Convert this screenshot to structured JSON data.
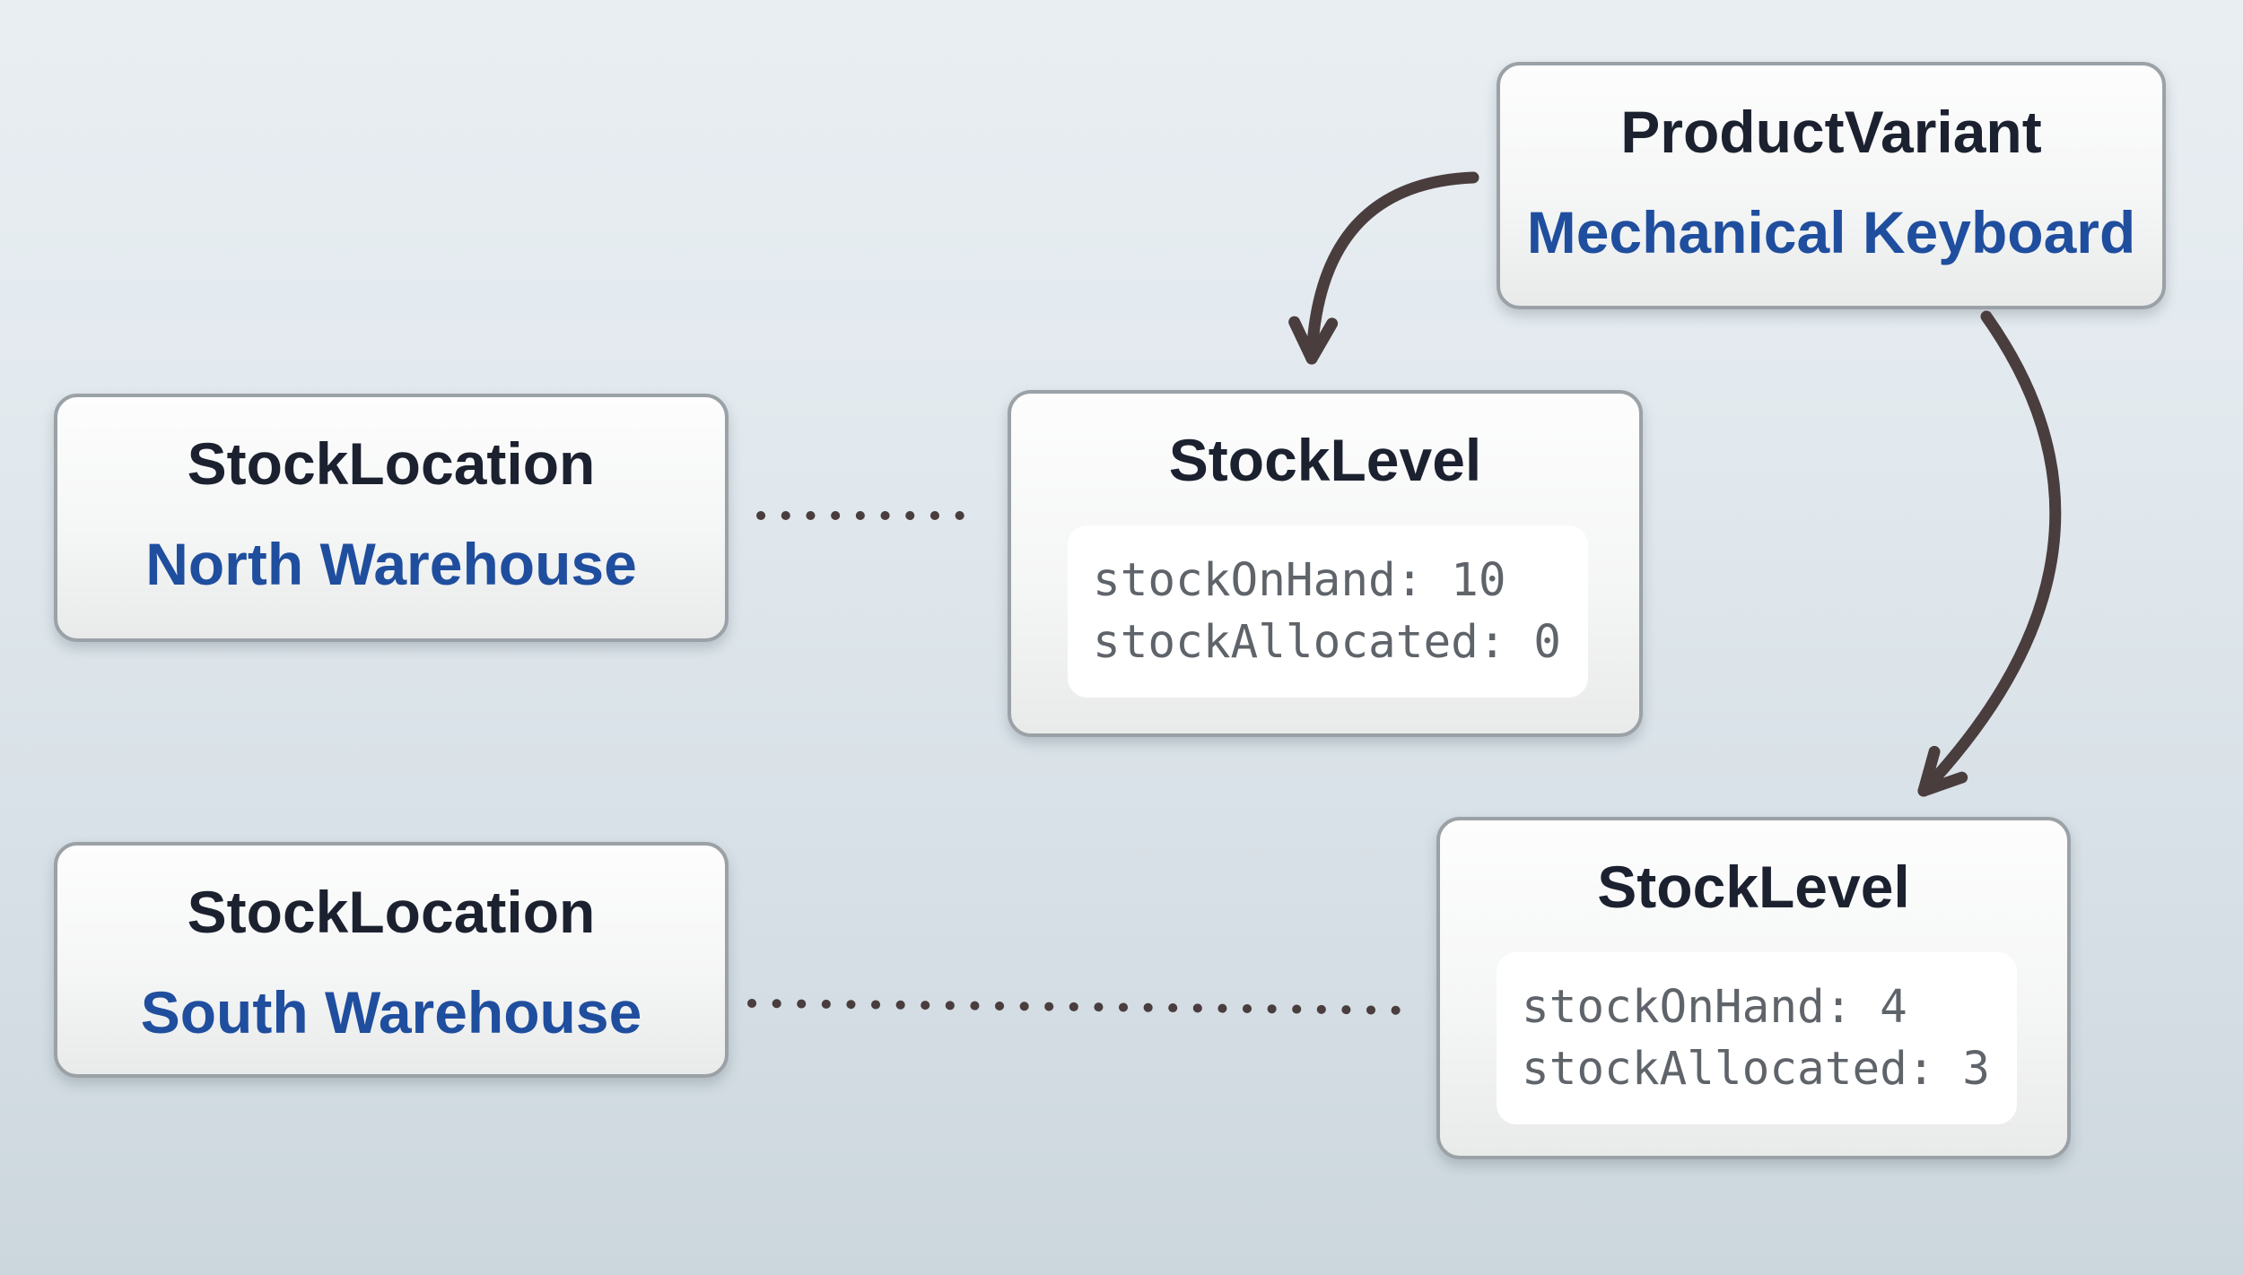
{
  "diagram": {
    "background_top_color": "#e9eef2",
    "background_bottom_color": "#ccd7dd",
    "box_border_color": "#9ba2a7",
    "title_color": "#1c2130",
    "accent_blue": "#1f4e9e",
    "code_text_color": "#5f646a",
    "connector_color": "#4a3d3d"
  },
  "nodes": {
    "product_variant": {
      "title": "ProductVariant",
      "subtitle": "Mechanical Keyboard"
    },
    "stock_location_north": {
      "title": "StockLocation",
      "subtitle": "North Warehouse"
    },
    "stock_level_north": {
      "title": "StockLevel",
      "lines": [
        "stockOnHand: 10",
        "stockAllocated: 0"
      ]
    },
    "stock_location_south": {
      "title": "StockLocation",
      "subtitle": "South Warehouse"
    },
    "stock_level_south": {
      "title": "StockLevel",
      "lines": [
        "stockOnHand: 4",
        "stockAllocated: 3"
      ]
    }
  },
  "edges": [
    {
      "from": "product_variant",
      "to": "stock_level_north",
      "style": "curved-arrow"
    },
    {
      "from": "product_variant",
      "to": "stock_level_south",
      "style": "curved-arrow"
    },
    {
      "from": "stock_location_north",
      "to": "stock_level_north",
      "style": "dotted-line"
    },
    {
      "from": "stock_location_south",
      "to": "stock_level_south",
      "style": "dotted-line"
    }
  ]
}
